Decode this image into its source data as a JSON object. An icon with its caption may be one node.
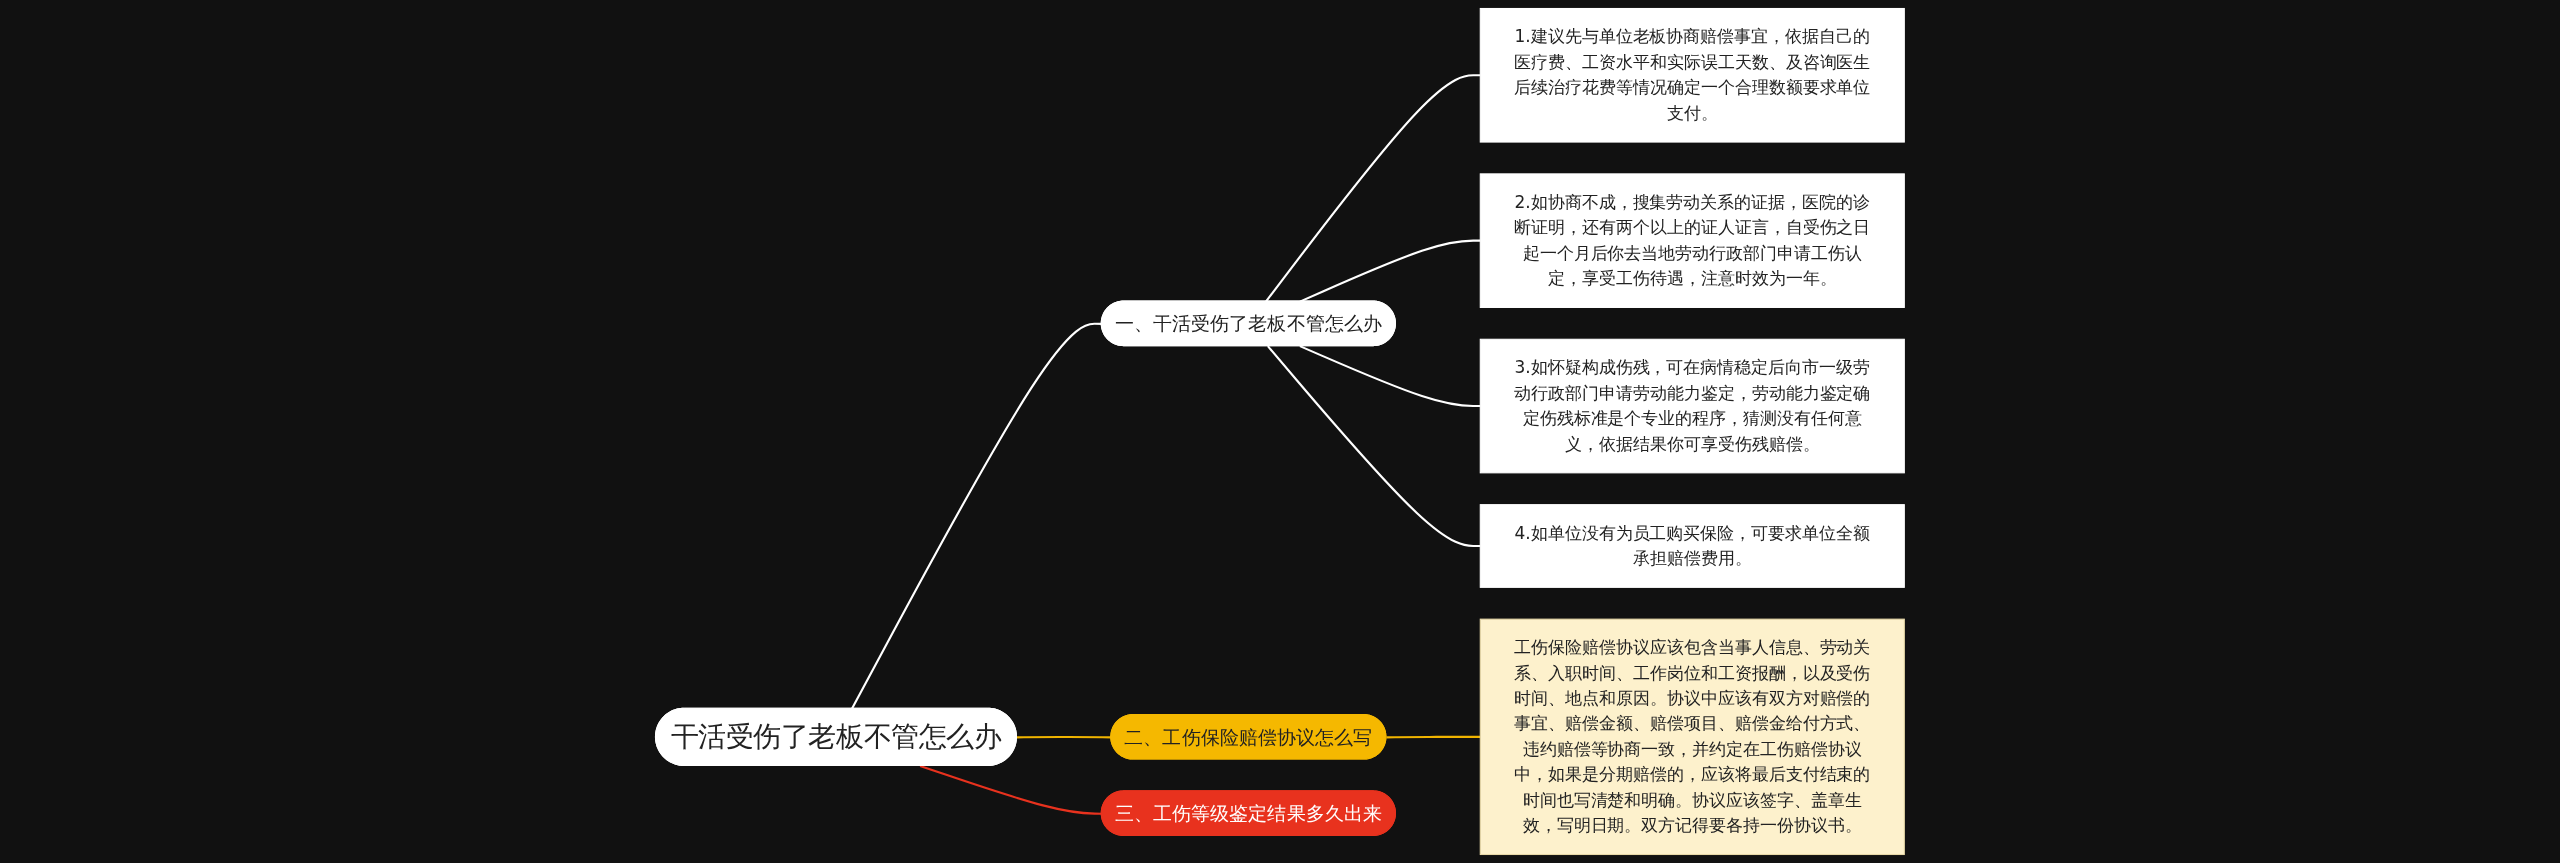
{
  "diagram": {
    "nodes": [
      {
        "text": [
          "干活受伤了老板不管怎么办"
        ]
      },
      {
        "text": [
          "一、干活受伤了老板不管怎么办"
        ]
      },
      {
        "text": [
          "1.建议先与单位老板协商赔偿事宜，依据自己的医疗费、工资水平和实际误工天数、及咨询医生后续治疗花费等情况确定一个合理数额要求单位支付。"
        ]
      },
      {
        "text": [
          "2.如协商不成，搜集劳动关系的证据，医院的诊断证明，还有两个以上的证人证言，自受伤之日起一个月后你去当地劳动行政部门申请工伤认定，享受工伤待遇，注意时效为一年。"
        ]
      },
      {
        "text": [
          "3.如怀疑构成伤残，可在病情稳定后向市一级劳动行政部门申请劳动能力鉴定，劳动能力鉴定确定伤残标准是个专业的程序，猜测没有任何意义，依据结果你可享受伤残赔偿。"
        ]
      },
      {
        "text": [
          "4.如单位没有为员工购买保险，可要求单位全额承担赔偿费用。"
        ]
      },
      {
        "text": [
          "二、工伤保险赔偿协议怎么写"
        ]
      },
      {
        "text": [
          "工伤保险赔偿协议应该包含当事人信息、劳动关系、入职时间、工作岗位和工资报酬，以及受伤时间、地点和原因。协议中应该有双方对赔偿的事宜、赔偿金额、赔偿项目、赔偿金给付方式、违约赔偿等协商一致，并约定在工伤赔偿协议中，如果是分期赔偿的，应该将最后支付结束的时间也写清楚和明确。协议应该签字、盖章生效，写明日期。双方记得要各持一份协议书。"
        ]
      },
      {
        "text": [
          "三、工伤等级鉴定结果多久出来"
        ]
      }
    ],
    "edges": [
      {
        "from": 0,
        "to": 1,
        "arrow": "none"
      },
      {
        "from": 1,
        "to": 2,
        "arrow": "none"
      },
      {
        "from": 1,
        "to": 3,
        "arrow": "none"
      },
      {
        "from": 1,
        "to": 4,
        "arrow": "none"
      },
      {
        "from": 1,
        "to": 5,
        "arrow": "none"
      },
      {
        "from": 0,
        "to": 6,
        "arrow": "none",
        "color": "#f0b400"
      },
      {
        "from": 6,
        "to": 7,
        "arrow": "none",
        "color": "#f0b400"
      },
      {
        "from": 0,
        "to": 8,
        "arrow": "none",
        "color": "#e8321e"
      }
    ]
  }
}
